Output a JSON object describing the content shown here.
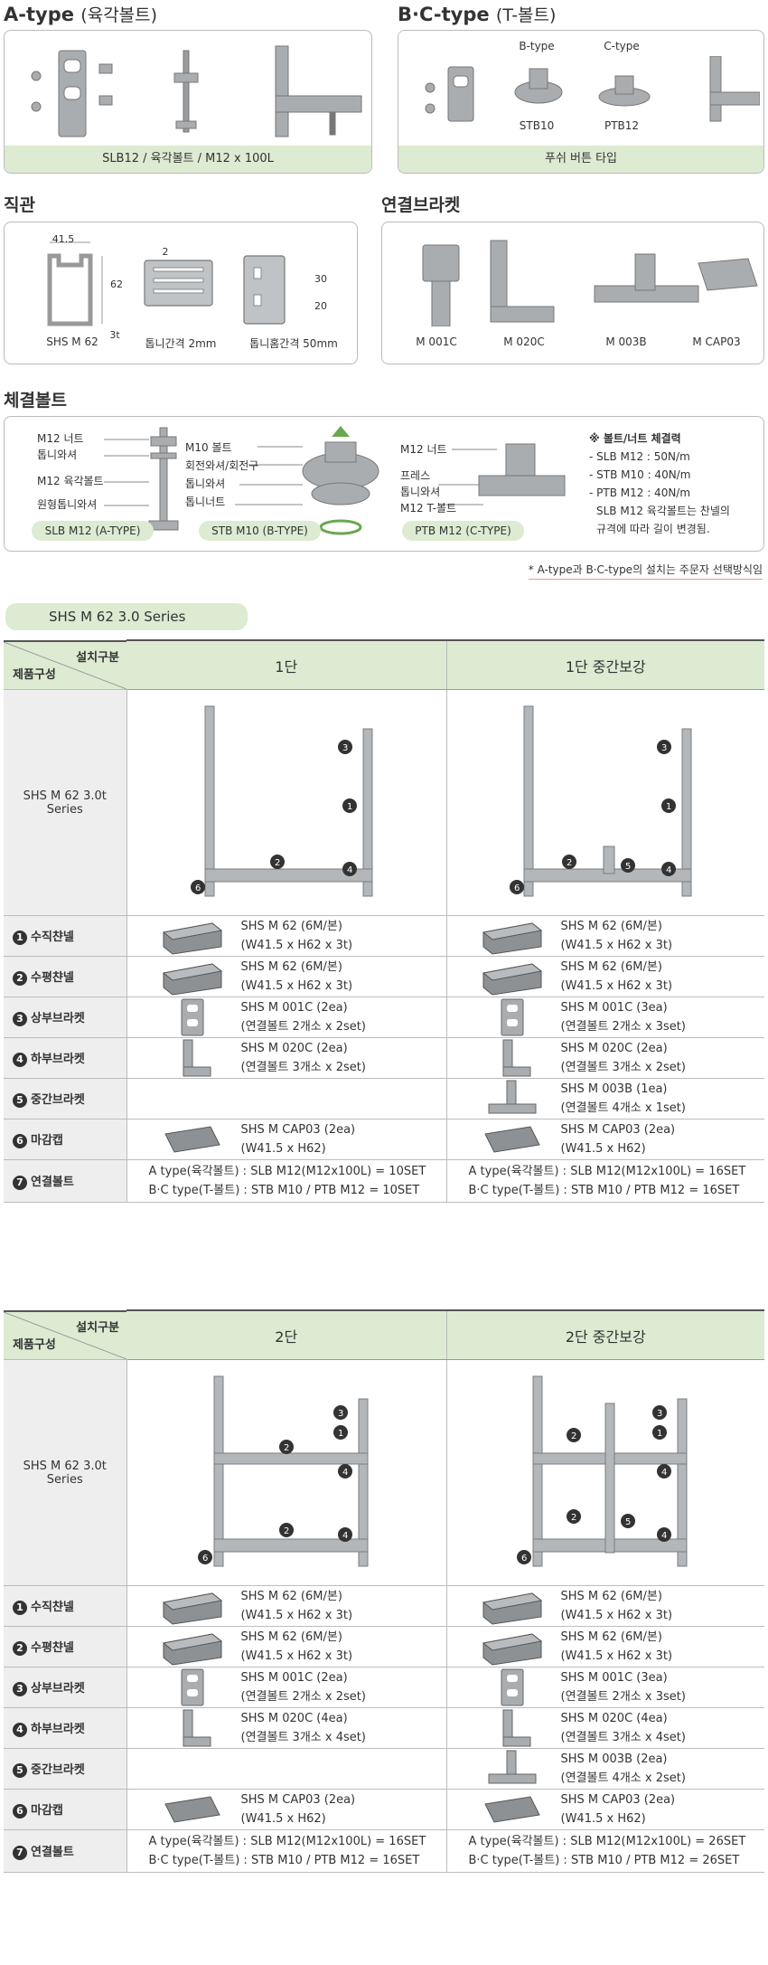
{
  "top": {
    "atype": {
      "title": "A-type",
      "sub": "(육각볼트)",
      "bar": "SLB12 / 육각볼트 / M12 x 100L"
    },
    "bctype": {
      "title": "B·C-type",
      "sub": "(T-볼트)",
      "bar": "푸쉬 버튼 타입",
      "b_label": "B-type",
      "c_label": "C-type",
      "b_code": "STB10",
      "c_code": "PTB12"
    }
  },
  "channel": {
    "title": "직관",
    "dim_w": "41.5",
    "dim_h": "62",
    "dim_t": "3t",
    "dim_gap": "2",
    "dim_30": "30",
    "dim_20": "20",
    "items": [
      "SHS M 62",
      "톱니간격 2mm",
      "톱니홈간격 50mm"
    ]
  },
  "bracket": {
    "title": "연결브라켓",
    "items": [
      "M 001C",
      "M 020C",
      "M 003B",
      "M CAP03"
    ]
  },
  "bolts": {
    "title": "체결볼트",
    "slb_labels": [
      "M12 너트",
      "톱니와셔",
      "M12 육각볼트",
      "원형톱니와셔"
    ],
    "stb_labels": [
      "M10 볼트",
      "회전와셔/회전구",
      "톱니와셔",
      "톱니너트"
    ],
    "ptb_labels": [
      "M12 너트",
      "프레스",
      "톱니와셔",
      "M12 T-볼트"
    ],
    "pills": [
      "SLB M12 (A-TYPE)",
      "STB M10 (B-TYPE)",
      "PTB M12 (C-TYPE)"
    ],
    "notes_title": "※ 볼트/너트 체결력",
    "notes": [
      "- SLB M12 : 50N/m",
      "- STB M10 : 40N/m",
      "- PTB M12 : 40N/m",
      "SLB M12 육각볼트는 찬넬의",
      "규격에 따라 길이 변경됨."
    ]
  },
  "footnote": "* A-type과 B·C-type의 설치는 주문자 선택방식임",
  "series_tab": "SHS M 62 3.0 Series",
  "table_header": {
    "install": "설치구분",
    "product": "제품구성"
  },
  "series_name": "SHS M 62 3.0t\nSeries",
  "tables": [
    {
      "col1": "1단",
      "col2": "1단 중간보강",
      "rows": [
        {
          "num": "1",
          "label": "수직챤넬",
          "c1": [
            "SHS M 62 (6M/본)",
            "(W41.5 x H62 x 3t)"
          ],
          "c2": [
            "SHS M 62 (6M/본)",
            "(W41.5 x H62 x 3t)"
          ]
        },
        {
          "num": "2",
          "label": "수평챤넬",
          "c1": [
            "SHS M 62 (6M/본)",
            "(W41.5 x H62 x 3t)"
          ],
          "c2": [
            "SHS M 62 (6M/본)",
            "(W41.5 x H62 x 3t)"
          ]
        },
        {
          "num": "3",
          "label": "상부브라켓",
          "c1": [
            "SHS M 001C (2ea)",
            "(연결볼트 2개소 x 2set)"
          ],
          "c2": [
            "SHS M 001C (3ea)",
            "(연결볼트 2개소 x 3set)"
          ]
        },
        {
          "num": "4",
          "label": "하부브라켓",
          "c1": [
            "SHS M 020C (2ea)",
            "(연결볼트 3개소 x 2set)"
          ],
          "c2": [
            "SHS M 020C (2ea)",
            "(연결볼트 3개소 x 2set)"
          ]
        },
        {
          "num": "5",
          "label": "중간브라켓",
          "c1": [],
          "c2": [
            "SHS M 003B (1ea)",
            "(연결볼트 4개소 x 1set)"
          ]
        },
        {
          "num": "6",
          "label": "마감캡",
          "c1": [
            "SHS M CAP03 (2ea)",
            "(W41.5 x H62)"
          ],
          "c2": [
            "SHS M CAP03 (2ea)",
            "(W41.5 x H62)"
          ]
        },
        {
          "num": "7",
          "label": "연결볼트",
          "c1": [
            "A type(육각볼트) : SLB M12(M12x100L) = 10SET",
            "B·C type(T-볼트) : STB M10 / PTB M12 = 10SET"
          ],
          "c2": [
            "A type(육각볼트) : SLB M12(M12x100L) = 16SET",
            "B·C type(T-볼트) : STB M10 / PTB M12 = 16SET"
          ]
        }
      ]
    },
    {
      "col1": "2단",
      "col2": "2단 중간보강",
      "rows": [
        {
          "num": "1",
          "label": "수직챤넬",
          "c1": [
            "SHS M 62 (6M/본)",
            "(W41.5 x H62 x 3t)"
          ],
          "c2": [
            "SHS M 62 (6M/본)",
            "(W41.5 x H62 x 3t)"
          ]
        },
        {
          "num": "2",
          "label": "수평챤넬",
          "c1": [
            "SHS M 62 (6M/본)",
            "(W41.5 x H62 x 3t)"
          ],
          "c2": [
            "SHS M 62 (6M/본)",
            "(W41.5 x H62 x 3t)"
          ]
        },
        {
          "num": "3",
          "label": "상부브라켓",
          "c1": [
            "SHS M 001C (2ea)",
            "(연결볼트 2개소 x 2set)"
          ],
          "c2": [
            "SHS M 001C (3ea)",
            "(연결볼트 2개소 x 3set)"
          ]
        },
        {
          "num": "4",
          "label": "하부브라켓",
          "c1": [
            "SHS M 020C (4ea)",
            "(연결볼트 3개소 x 4set)"
          ],
          "c2": [
            "SHS M 020C (4ea)",
            "(연결볼트 3개소 x 4set)"
          ]
        },
        {
          "num": "5",
          "label": "중간브라켓",
          "c1": [],
          "c2": [
            "SHS M 003B (2ea)",
            "(연결볼트 4개소 x 2set)"
          ]
        },
        {
          "num": "6",
          "label": "마감캡",
          "c1": [
            "SHS M CAP03 (2ea)",
            "(W41.5 x H62)"
          ],
          "c2": [
            "SHS M CAP03 (2ea)",
            "(W41.5 x H62)"
          ]
        },
        {
          "num": "7",
          "label": "연결볼트",
          "c1": [
            "A type(육각볼트) : SLB M12(M12x100L) = 16SET",
            "B·C type(T-볼트) : STB M10 / PTB M12 = 16SET"
          ],
          "c2": [
            "A type(육각볼트) : SLB M12(M12x100L) = 26SET",
            "B·C type(T-볼트) : STB M10 / PTB M12 = 26SET"
          ]
        }
      ]
    }
  ]
}
